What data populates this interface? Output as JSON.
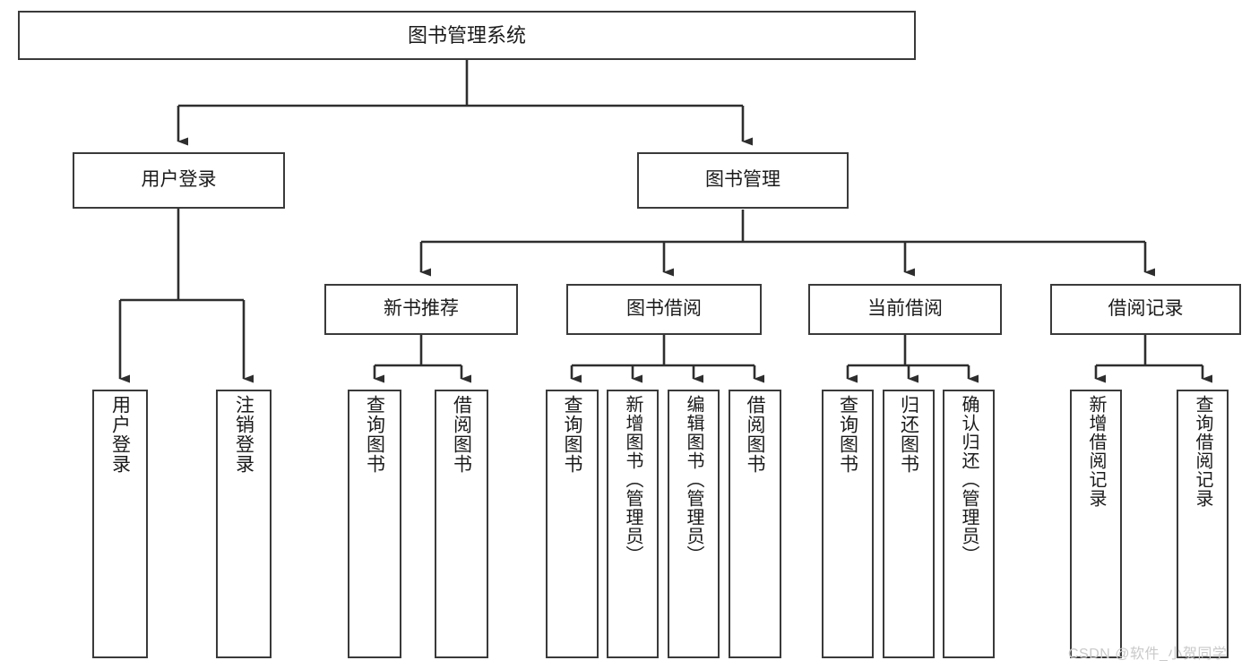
{
  "diagram": {
    "type": "tree-hierarchy",
    "root": {
      "id": "root",
      "label": "图书管理系统"
    },
    "level2": [
      {
        "id": "user-login",
        "label": "用户登录"
      },
      {
        "id": "book-management",
        "label": "图书管理"
      }
    ],
    "level3": [
      {
        "id": "new-book-recommend",
        "label": "新书推荐",
        "parent": "book-management"
      },
      {
        "id": "book-borrow",
        "label": "图书借阅",
        "parent": "book-management"
      },
      {
        "id": "current-borrow",
        "label": "当前借阅",
        "parent": "book-management"
      },
      {
        "id": "borrow-record",
        "label": "借阅记录",
        "parent": "book-management"
      }
    ],
    "leaves": [
      {
        "id": "leaf-user-login",
        "label": "用户登录",
        "parent": "user-login"
      },
      {
        "id": "leaf-logout-login",
        "label": "注销登录",
        "parent": "user-login"
      },
      {
        "id": "leaf-query-book-1",
        "label": "查询图书",
        "parent": "new-book-recommend"
      },
      {
        "id": "leaf-borrow-book-1",
        "label": "借阅图书",
        "parent": "new-book-recommend"
      },
      {
        "id": "leaf-query-book-2",
        "label": "查询图书",
        "parent": "book-borrow"
      },
      {
        "id": "leaf-add-book",
        "label": "新增图书（管理员）",
        "parent": "book-borrow"
      },
      {
        "id": "leaf-edit-book",
        "label": "编辑图书（管理员）",
        "parent": "book-borrow"
      },
      {
        "id": "leaf-borrow-book-2",
        "label": "借阅图书",
        "parent": "book-borrow"
      },
      {
        "id": "leaf-query-book-3",
        "label": "查询图书",
        "parent": "current-borrow"
      },
      {
        "id": "leaf-return-book",
        "label": "归还图书",
        "parent": "current-borrow"
      },
      {
        "id": "leaf-confirm-return",
        "label": "确认归还（管理员）",
        "parent": "current-borrow"
      },
      {
        "id": "leaf-add-record",
        "label": "新增借阅记录",
        "parent": "borrow-record"
      },
      {
        "id": "leaf-query-record",
        "label": "查询借阅记录",
        "parent": "borrow-record"
      }
    ],
    "colors": {
      "border": "#3a3a3a",
      "text": "#1b1b1b",
      "background": "#ffffff",
      "watermark": "#c9c9c9"
    }
  },
  "watermark": {
    "text": "CSDN @软件_小贺同学"
  }
}
